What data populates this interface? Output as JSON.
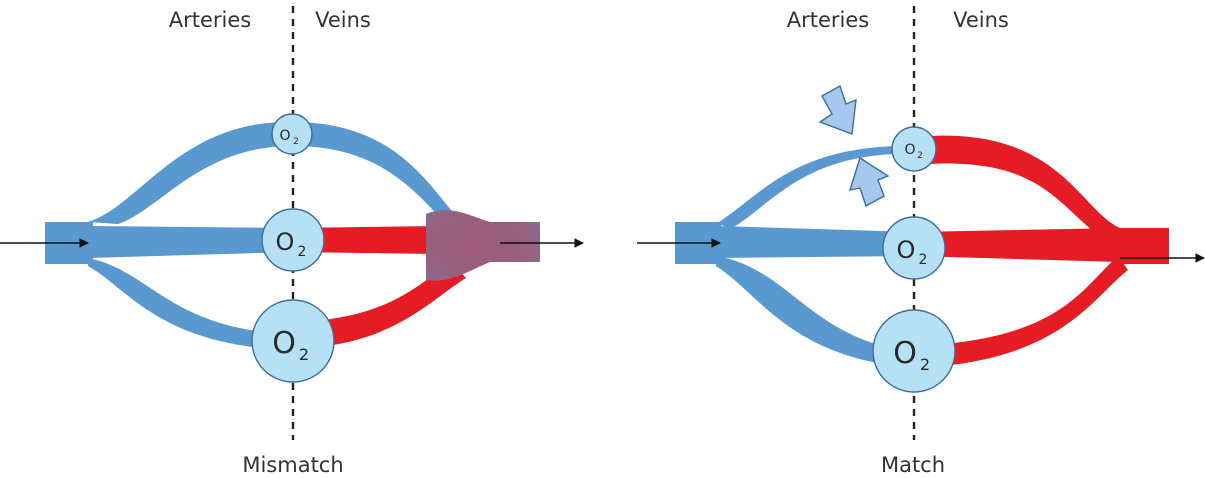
{
  "colors": {
    "artery": "#5a98d0",
    "vein": "#e51c23",
    "mixed": "#9a5a7a",
    "alveolus_fill": "#b6e0f4",
    "alveolus_stroke": "#3c6e9c",
    "arrow": "#111111",
    "vasoconstriction_arrow": "#a8c7ee"
  },
  "left_panel": {
    "label_arteries": "Arteries",
    "label_veins": "Veins",
    "caption": "Mismatch",
    "alveoli": [
      {
        "text": "O",
        "sub": "2"
      },
      {
        "text": "O",
        "sub": "2"
      },
      {
        "text": "O",
        "sub": "2"
      }
    ]
  },
  "right_panel": {
    "label_arteries": "Arteries",
    "label_veins": "Veins",
    "caption": "Match",
    "alveoli": [
      {
        "text": "O",
        "sub": "2"
      },
      {
        "text": "O",
        "sub": "2"
      },
      {
        "text": "O",
        "sub": "2"
      }
    ]
  }
}
